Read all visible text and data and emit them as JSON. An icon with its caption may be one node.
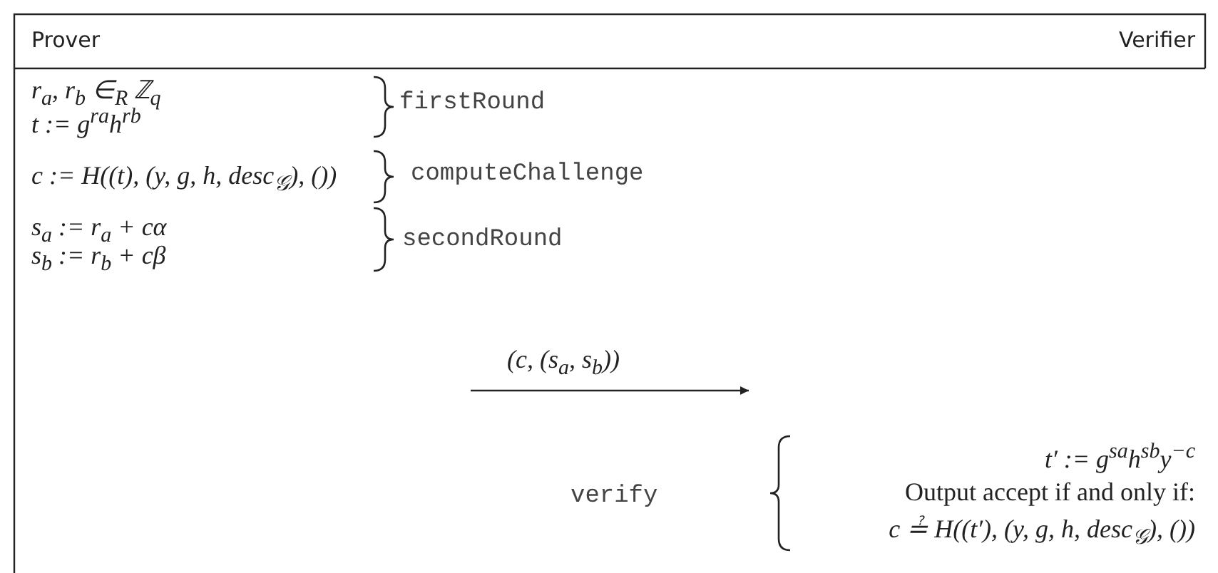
{
  "diagram": {
    "labels": [
      "Prover",
      "Verifier",
      "r$_{a}$, r$_{b}$ ∈$_{R}$ ℤ$_{q}$",
      "t := g$^{ra}$h$^{rb}$",
      "firstRound",
      "c := H((t), (y, g, h, desc$_{𝒢}$), ())",
      "computeChallenge",
      "s$_{a}$ := r$_{a}$ + cα",
      "s$_{b}$ := r$_{b}$ + cβ",
      "secondRound",
      "(c, (s$_{a}$, s$_{b}$))",
      "verify",
      "t′ := g$^{sa}$h$^{sb}$y$^{−c}$",
      "Output accept if and only if:",
      "c ≟ H((t′), (y, g, h, desc$_{𝒢}$), ())"
    ]
  }
}
